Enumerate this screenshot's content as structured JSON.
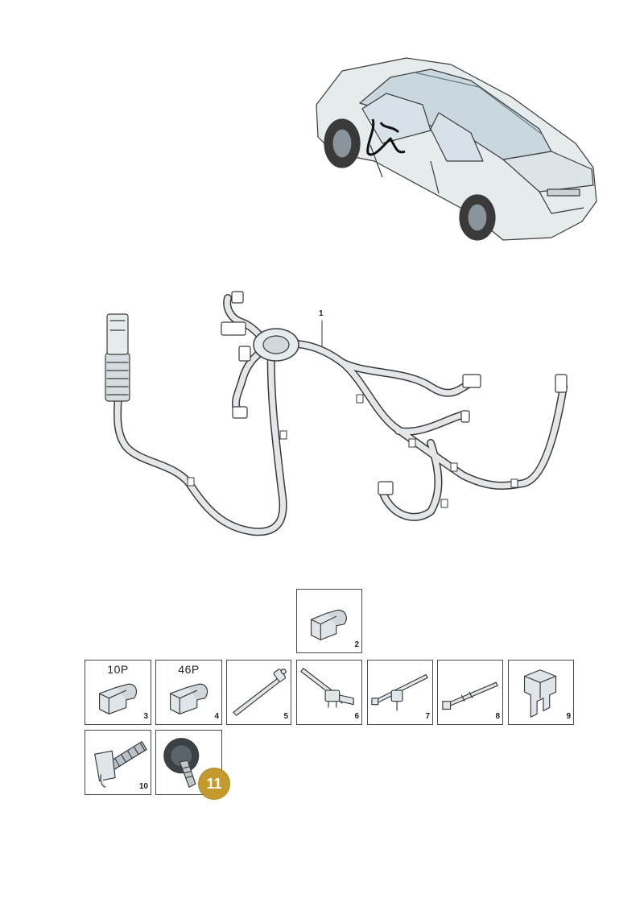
{
  "callouts": {
    "harness": "1"
  },
  "parts": [
    {
      "id": "p2",
      "number": "2",
      "label": ""
    },
    {
      "id": "p3",
      "number": "3",
      "label": "10P"
    },
    {
      "id": "p4",
      "number": "4",
      "label": "46P"
    },
    {
      "id": "p5",
      "number": "5",
      "label": ""
    },
    {
      "id": "p6",
      "number": "6",
      "label": ""
    },
    {
      "id": "p7",
      "number": "7",
      "label": ""
    },
    {
      "id": "p8",
      "number": "8",
      "label": ""
    },
    {
      "id": "p9",
      "number": "9",
      "label": ""
    },
    {
      "id": "p10",
      "number": "10",
      "label": ""
    },
    {
      "id": "p11",
      "number": "11",
      "label": "",
      "highlighted": true
    }
  ],
  "colors": {
    "line": "#3a3a3a",
    "car_body": "#e6ebee",
    "glass": "#c9d8df",
    "harness": "#e3e7ea",
    "highlight": "#c49a2c"
  }
}
